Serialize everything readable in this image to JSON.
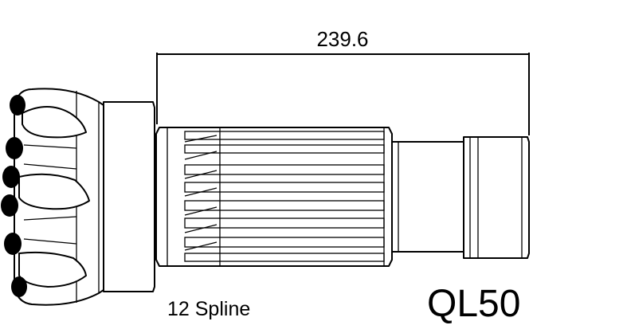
{
  "drawing": {
    "dimension_label": "239.6",
    "spline_label": "12 Spline",
    "model_label": "QL50"
  }
}
